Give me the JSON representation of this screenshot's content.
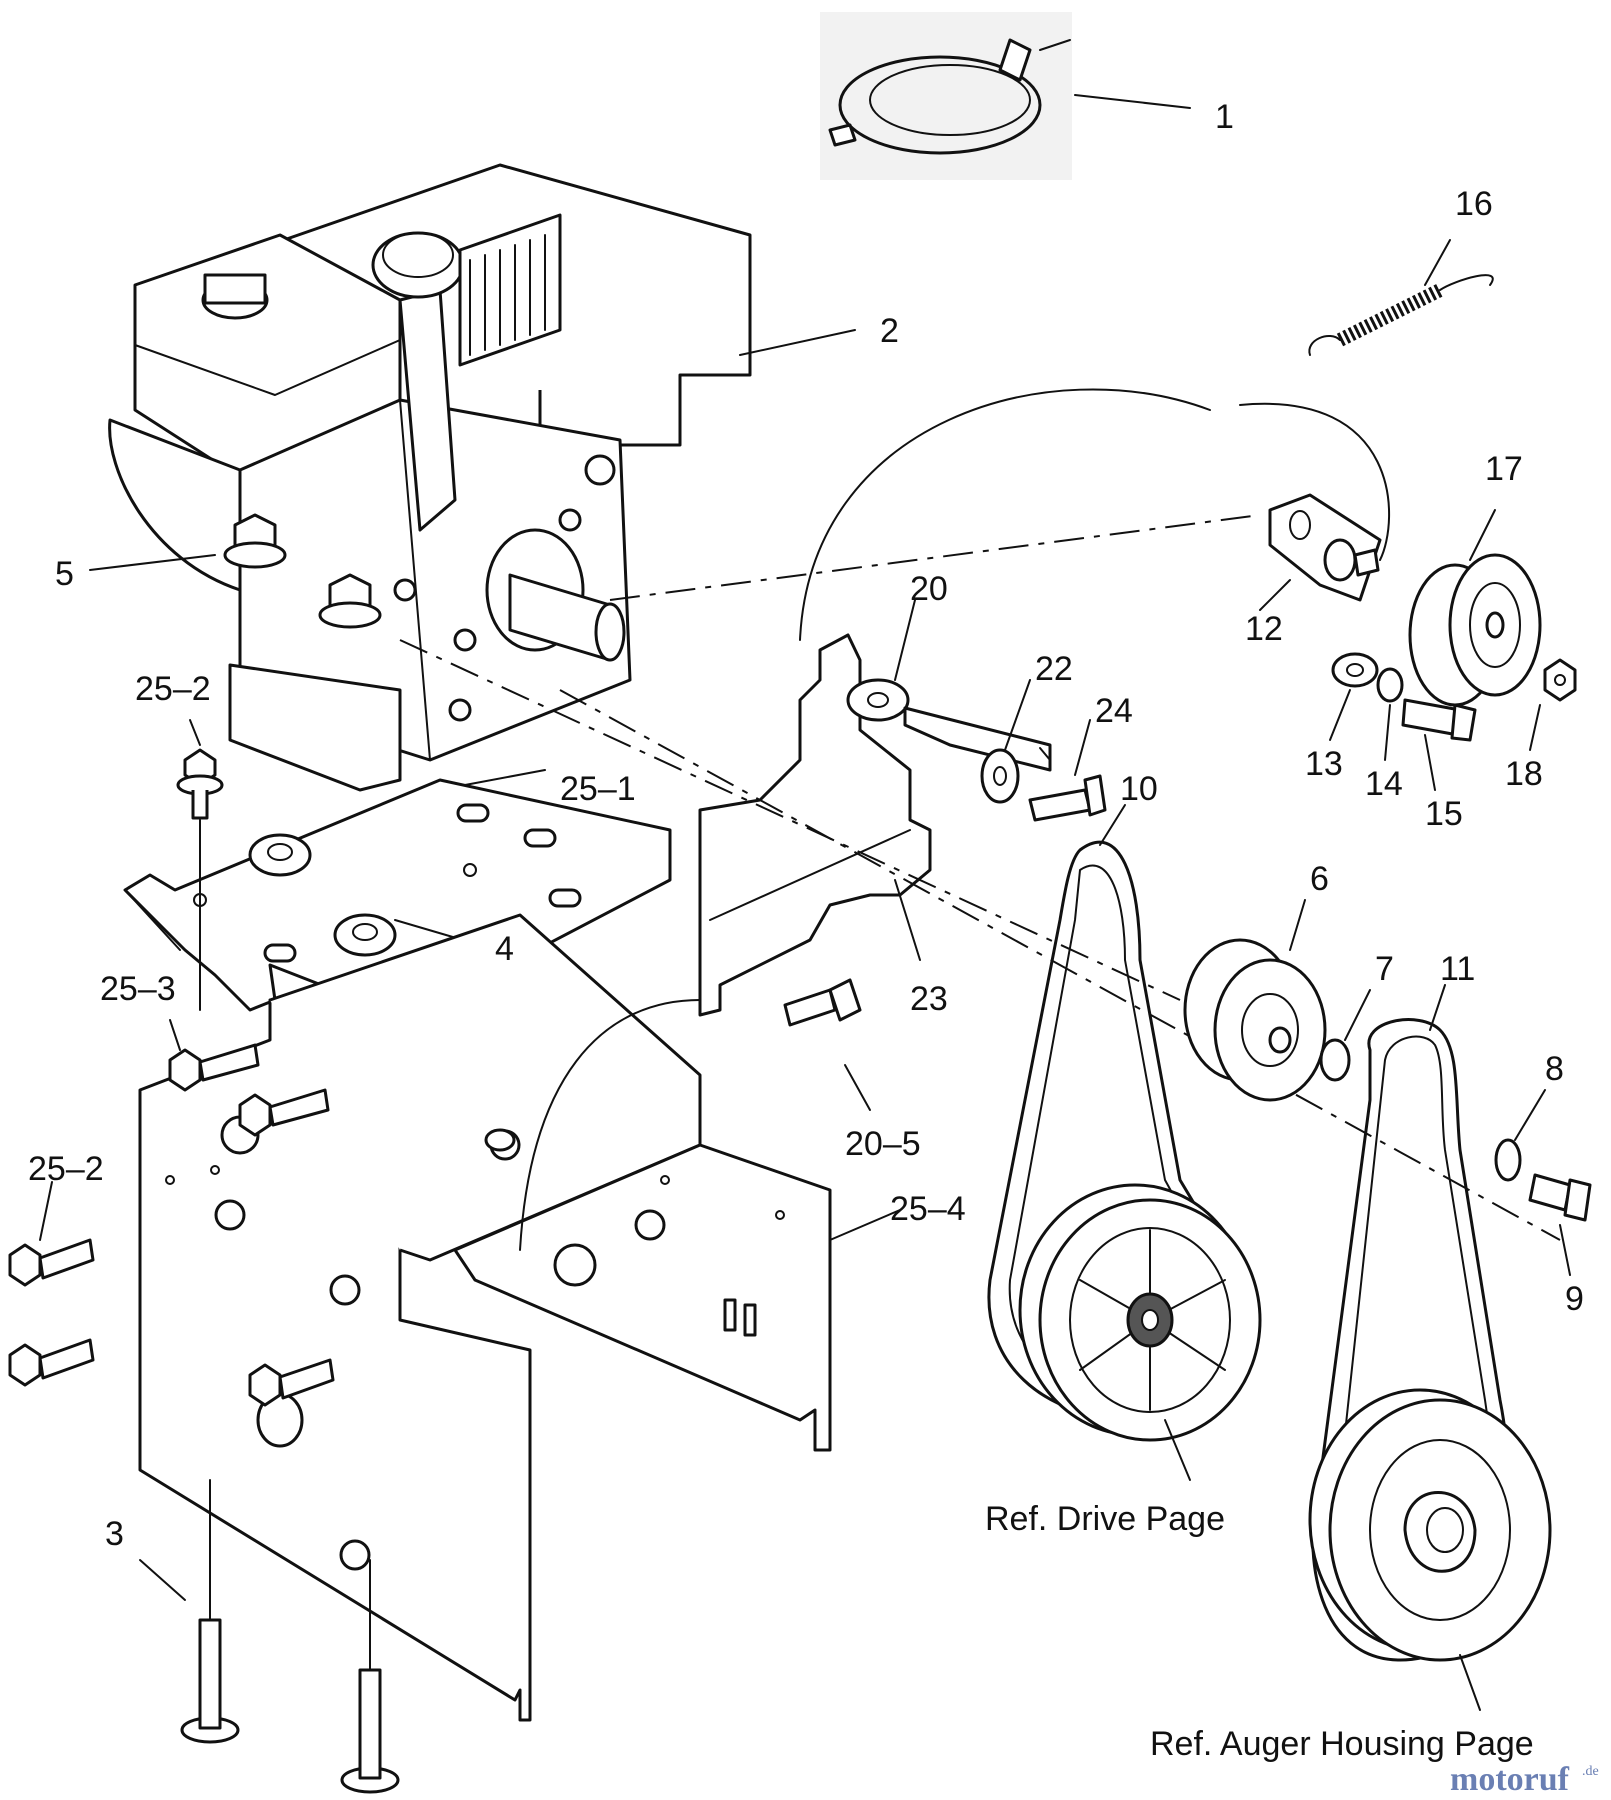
{
  "callouts": [
    {
      "id": "c1",
      "text": "1"
    },
    {
      "id": "c2",
      "text": "2"
    },
    {
      "id": "c3",
      "text": "3"
    },
    {
      "id": "c4",
      "text": "4"
    },
    {
      "id": "c5",
      "text": "5"
    },
    {
      "id": "c6",
      "text": "6"
    },
    {
      "id": "c7",
      "text": "7"
    },
    {
      "id": "c8",
      "text": "8"
    },
    {
      "id": "c9",
      "text": "9"
    },
    {
      "id": "c10",
      "text": "10"
    },
    {
      "id": "c11",
      "text": "11"
    },
    {
      "id": "c12",
      "text": "12"
    },
    {
      "id": "c13",
      "text": "13"
    },
    {
      "id": "c14",
      "text": "14"
    },
    {
      "id": "c15",
      "text": "15"
    },
    {
      "id": "c16",
      "text": "16"
    },
    {
      "id": "c17",
      "text": "17"
    },
    {
      "id": "c18",
      "text": "18"
    },
    {
      "id": "c20",
      "text": "20"
    },
    {
      "id": "c20_5",
      "text": "20–5"
    },
    {
      "id": "c22",
      "text": "22"
    },
    {
      "id": "c23",
      "text": "23"
    },
    {
      "id": "c24",
      "text": "24"
    },
    {
      "id": "c25_1",
      "text": "25–1"
    },
    {
      "id": "c25_2a",
      "text": "25–2"
    },
    {
      "id": "c25_2b",
      "text": "25–2"
    },
    {
      "id": "c25_3",
      "text": "25–3"
    },
    {
      "id": "c25_4",
      "text": "25–4"
    }
  ],
  "references": {
    "drive": "Ref. Drive Page",
    "auger": "Ref. Auger Housing Page"
  },
  "watermark": {
    "name": "motoruf",
    "suffix": ".de"
  }
}
